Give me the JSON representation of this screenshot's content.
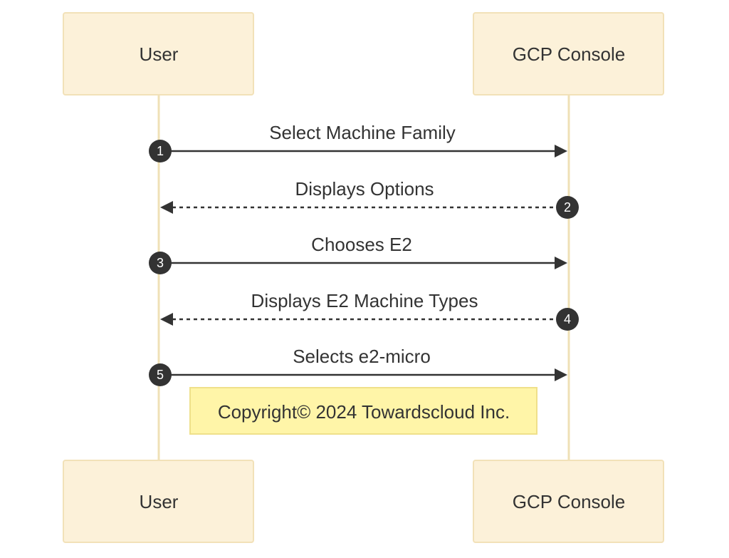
{
  "participants": [
    {
      "id": "user",
      "label": "User"
    },
    {
      "id": "gcp",
      "label": "GCP Console"
    }
  ],
  "messages": [
    {
      "seq": "1",
      "from": "user",
      "to": "gcp",
      "label": "Select Machine Family",
      "style": "solid"
    },
    {
      "seq": "2",
      "from": "gcp",
      "to": "user",
      "label": "Displays Options",
      "style": "dashed"
    },
    {
      "seq": "3",
      "from": "user",
      "to": "gcp",
      "label": "Chooses E2",
      "style": "solid"
    },
    {
      "seq": "4",
      "from": "gcp",
      "to": "user",
      "label": "Displays E2 Machine Types",
      "style": "dashed"
    },
    {
      "seq": "5",
      "from": "user",
      "to": "gcp",
      "label": "Selects e2-micro",
      "style": "solid"
    }
  ],
  "note": {
    "text": "Copyright© 2024 Towardscloud Inc."
  },
  "colors": {
    "participant_fill": "#fcf1d9",
    "lifeline": "#efe0b6",
    "note_fill": "#fff5a8",
    "arrow": "#333333"
  }
}
